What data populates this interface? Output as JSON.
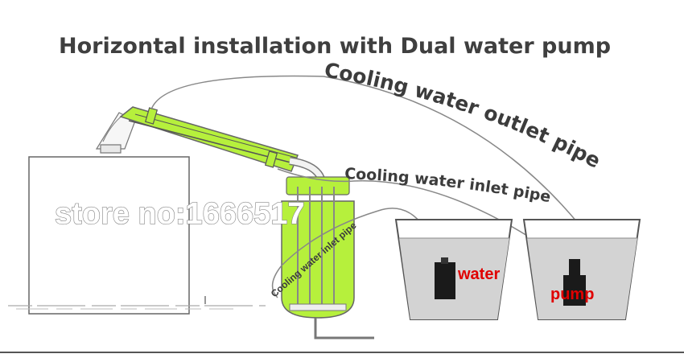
{
  "title": "Horizontal installation with Dual water pump",
  "labels": {
    "outlet_pipe": "Cooling water outlet pipe",
    "inlet_pipe": "Cooling water inlet pipe",
    "inlet_pipe_small": "Cooling water inlet pipe",
    "water": "water",
    "pump": "pump"
  },
  "watermark": "store no:1666517",
  "colors": {
    "condenser_green": "#b6f03c",
    "label_red": "#e00000",
    "water_gray": "#d3d3d3",
    "text_dark": "#3c3c3c"
  }
}
